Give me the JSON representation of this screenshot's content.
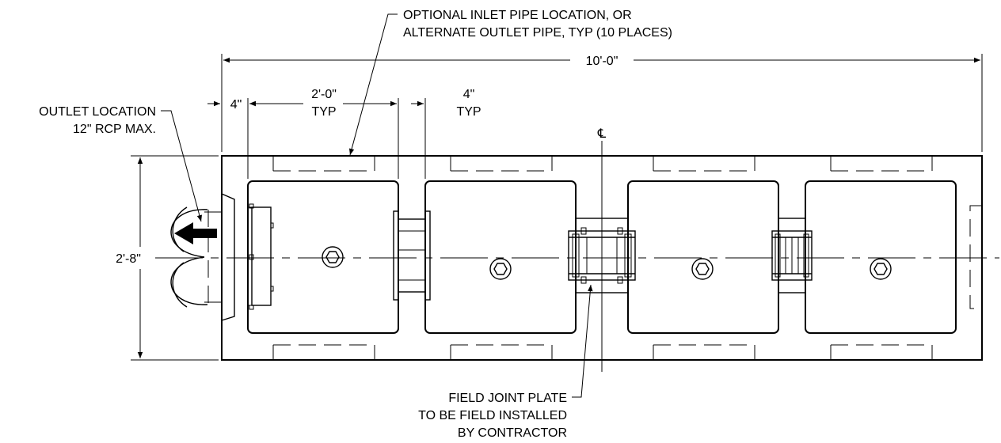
{
  "labels": {
    "inlet_note_line1": "OPTIONAL INLET PIPE LOCATION, OR",
    "inlet_note_line2": "ALTERNATE OUTLET PIPE, TYP (10 PLACES)",
    "overall_length": "10'-0\"",
    "outlet_line1": "OUTLET LOCATION",
    "outlet_line2": "12\" RCP MAX.",
    "dim_4in_left": "4\"",
    "dim_2ft_line1": "2'-0\"",
    "dim_2ft_line2": "TYP",
    "dim_4in_typ_line1": "4\"",
    "dim_4in_typ_line2": "TYP",
    "centerline_symbol": "℄",
    "width_dim": "2'-8\"",
    "joint_note_line1": "FIELD JOINT PLATE",
    "joint_note_line2": "TO BE FIELD INSTALLED",
    "joint_note_line3": "BY CONTRACTOR"
  }
}
